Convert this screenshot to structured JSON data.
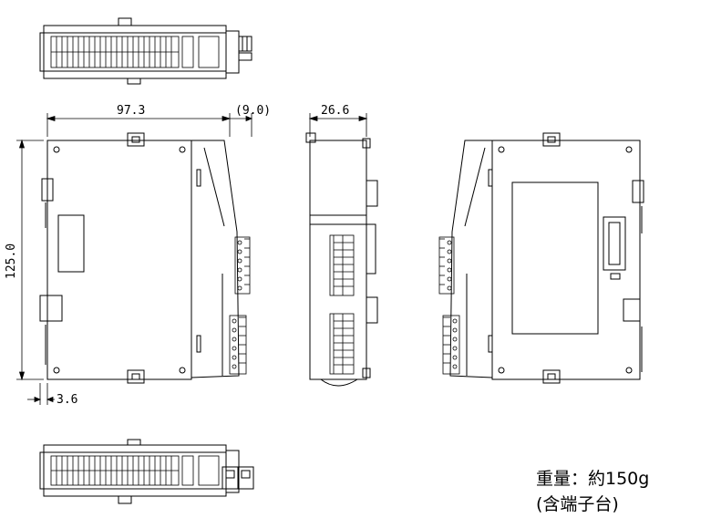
{
  "dimensions": {
    "width": "97.3",
    "connector_protrusion": "(9.0)",
    "depth": "26.6",
    "height": "125.0",
    "offset": "3.6"
  },
  "notes": {
    "weight": "重量：約150g",
    "included": "(含端子台)"
  }
}
